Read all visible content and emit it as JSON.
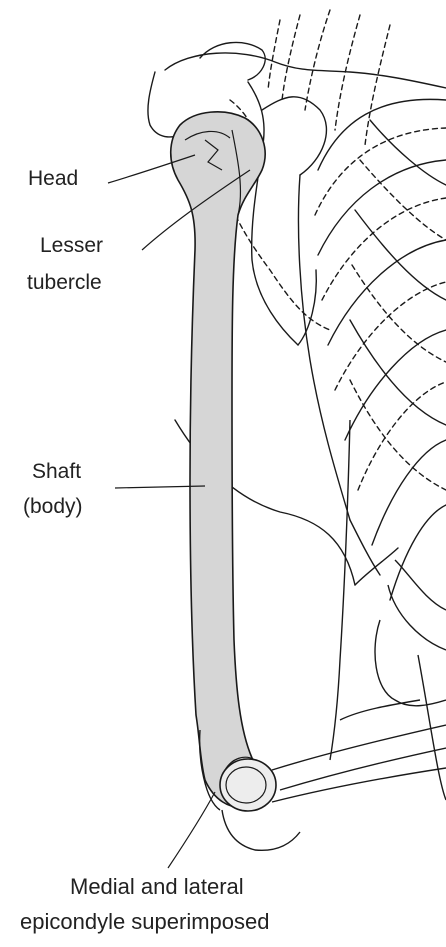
{
  "labels": {
    "head": "Head",
    "lesser_line1": "Lesser",
    "lesser_line2": "tubercle",
    "shaft_line1": "Shaft",
    "shaft_line2": "(body)",
    "caption_line1": "Medial and lateral",
    "caption_line2": "epicondyle superimposed"
  },
  "colors": {
    "bone_fill": "#d6d6d6",
    "line": "#1a1a1a",
    "text": "#222222",
    "background": "#ffffff"
  }
}
